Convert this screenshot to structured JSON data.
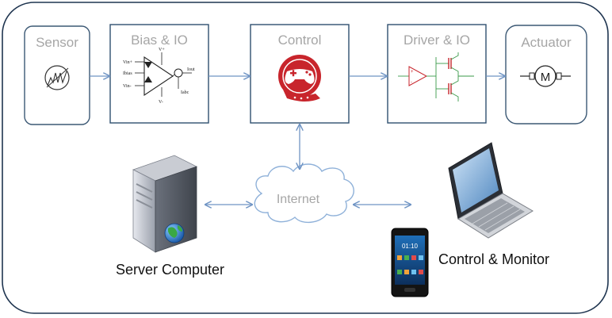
{
  "blocks": {
    "sensor": "Sensor",
    "bias_io": "Bias & IO",
    "control": "Control",
    "driver_io": "Driver & IO",
    "actuator": "Actuator"
  },
  "bias_circuit": {
    "vin_plus": "Vin+",
    "ibias": "Ibias",
    "vin_minus": "Vin-",
    "vplus": "V+",
    "vminus": "V-",
    "iout": "Iout",
    "iabc": "Iabc"
  },
  "motor_symbol": "M",
  "internet": "Internet",
  "server_caption": "Server Computer",
  "monitor_caption": "Control & Monitor",
  "phone_time": "01:10",
  "colors": {
    "block_border": "#2f4f6f",
    "label_gray": "#a6a6a6",
    "arrow": "#6f94c4",
    "control_red": "#c8252c"
  }
}
